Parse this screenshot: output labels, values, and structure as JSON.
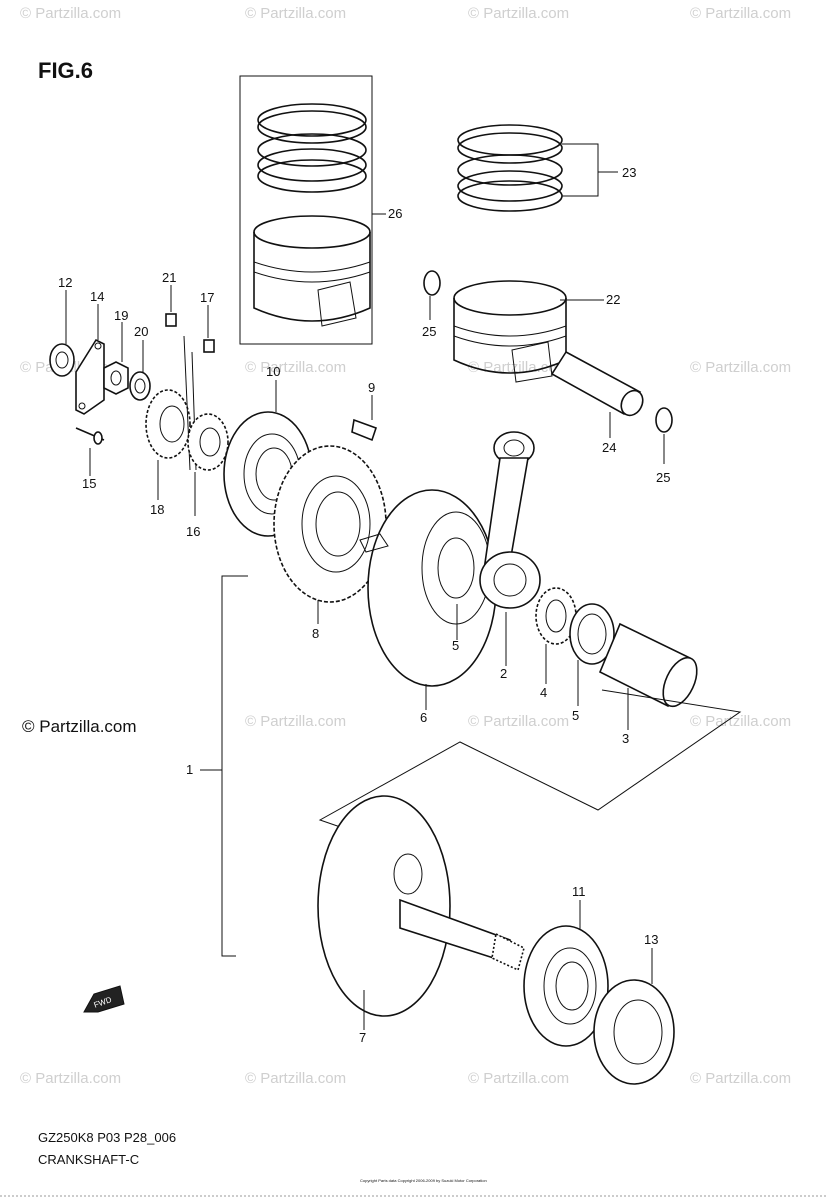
{
  "figure": {
    "title": "FIG.6",
    "model_code": "GZ250K8 P03 P28_006",
    "caption": "CRANKSHAFT-C",
    "copyright_small": "Copyright Parts data Copyright 2006-2009 by Suzuki Motor Corporation"
  },
  "watermarks": {
    "brand": "© Partzilla.com",
    "brand_large": "© Partzilla.com"
  },
  "callouts": {
    "c1": "1",
    "c2": "2",
    "c3": "3",
    "c4": "4",
    "c5a": "5",
    "c5b": "5",
    "c6": "6",
    "c7": "7",
    "c8": "8",
    "c9": "9",
    "c10": "10",
    "c11": "11",
    "c12": "12",
    "c13": "13",
    "c14": "14",
    "c15": "15",
    "c16": "16",
    "c17": "17",
    "c18": "18",
    "c19": "19",
    "c20": "20",
    "c21": "21",
    "c22": "22",
    "c23": "23",
    "c24": "24",
    "c25a": "25",
    "c25b": "25",
    "c26": "26"
  },
  "fwd_label": "FWD",
  "icons": {
    "fwd_arrow": "fwd-arrow-icon"
  }
}
